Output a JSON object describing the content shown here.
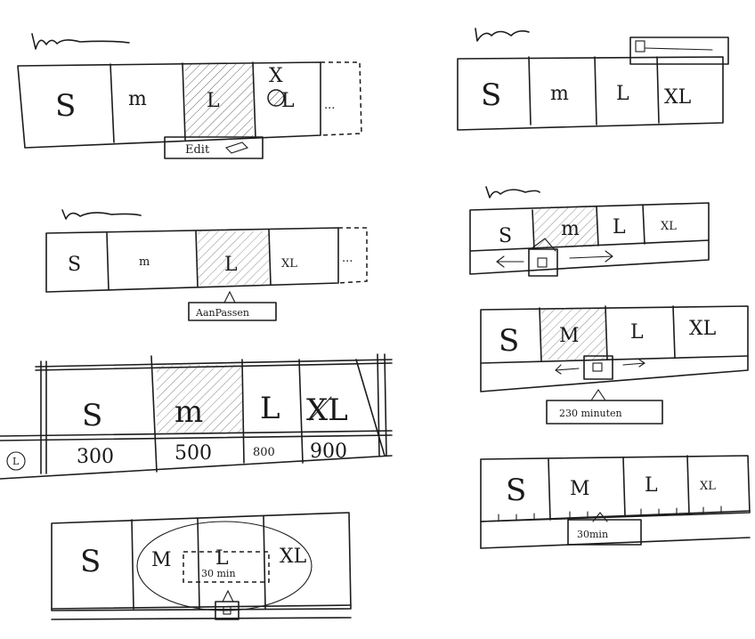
{
  "colors": {
    "ink": "#1c1c1c",
    "paper": "#ffffff"
  },
  "sketch1": {
    "sizes": [
      "S",
      "m",
      "L",
      "L"
    ],
    "cross_mark": "X",
    "more": "...",
    "tooltip": "Edit",
    "tooltip_icon": "pencil-icon"
  },
  "sketch2": {
    "sizes": [
      "S",
      "m",
      "L",
      "XL"
    ],
    "more": "...",
    "tooltip": "AanPassen"
  },
  "sketch3": {
    "sizes": [
      "S",
      "m",
      "L",
      "XL"
    ],
    "values": [
      "300",
      "500",
      "800",
      "900"
    ],
    "row_marker": "L"
  },
  "sketch4": {
    "sizes": [
      "S",
      "M",
      "L",
      "XL"
    ],
    "inner_label": "30 min"
  },
  "sketch5": {
    "sizes": [
      "S",
      "m",
      "L",
      "XL"
    ]
  },
  "sketch6": {
    "sizes": [
      "S",
      "m",
      "L",
      "XL"
    ]
  },
  "sketch7": {
    "sizes": [
      "S",
      "M",
      "L",
      "XL"
    ],
    "tooltip": "230 minuten"
  },
  "sketch8": {
    "sizes": [
      "S",
      "M",
      "L",
      "XL"
    ],
    "tooltip": "30min"
  }
}
